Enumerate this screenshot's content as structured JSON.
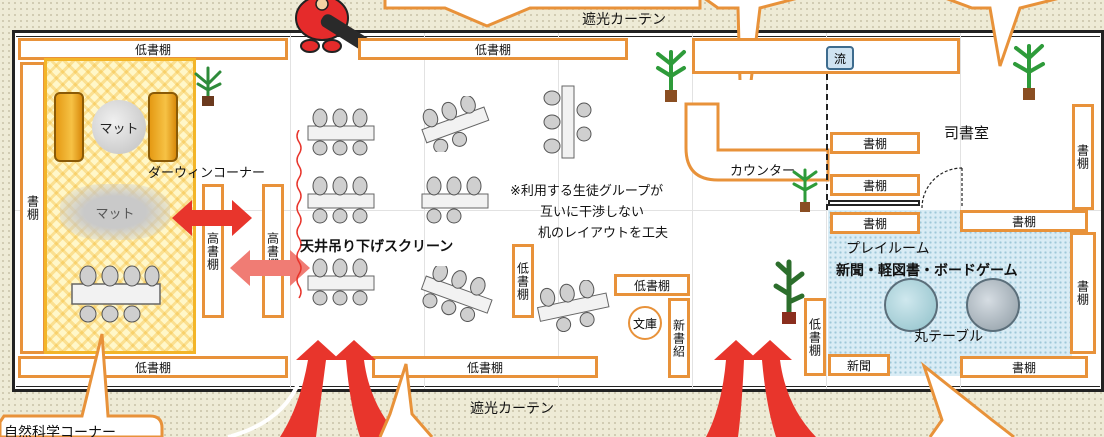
{
  "curtain": {
    "top": "遮光カーテン",
    "bottom": "遮光カーテン"
  },
  "shelves": {
    "low": "低書棚",
    "books": "書棚",
    "high": "高書棚",
    "newspaper": "新聞",
    "new_books": "新書紹",
    "low_vertical": "低書棚"
  },
  "zones": {
    "darwin": "ダーウィンコーナー",
    "mat": "マット",
    "screen": "天井吊り下げスクリーン",
    "note": [
      "※利用する生徒グループが",
      "互いに干渉しない",
      "机のレイアウトを工夫"
    ],
    "counter": "カウンター",
    "librarian": "司書室",
    "playroom": "プレイルーム",
    "playroom_sub": "新聞・軽図書・ボードゲーム",
    "round_table": "丸テーブル",
    "bunko": "文庫",
    "sink": "流",
    "science_corner": "自然科学コーナー"
  },
  "colors": {
    "shelf_border": "#e8923a",
    "science_zone": "#f3b528",
    "arrow": "#e8352c",
    "playroom": "#d9ecf5"
  }
}
